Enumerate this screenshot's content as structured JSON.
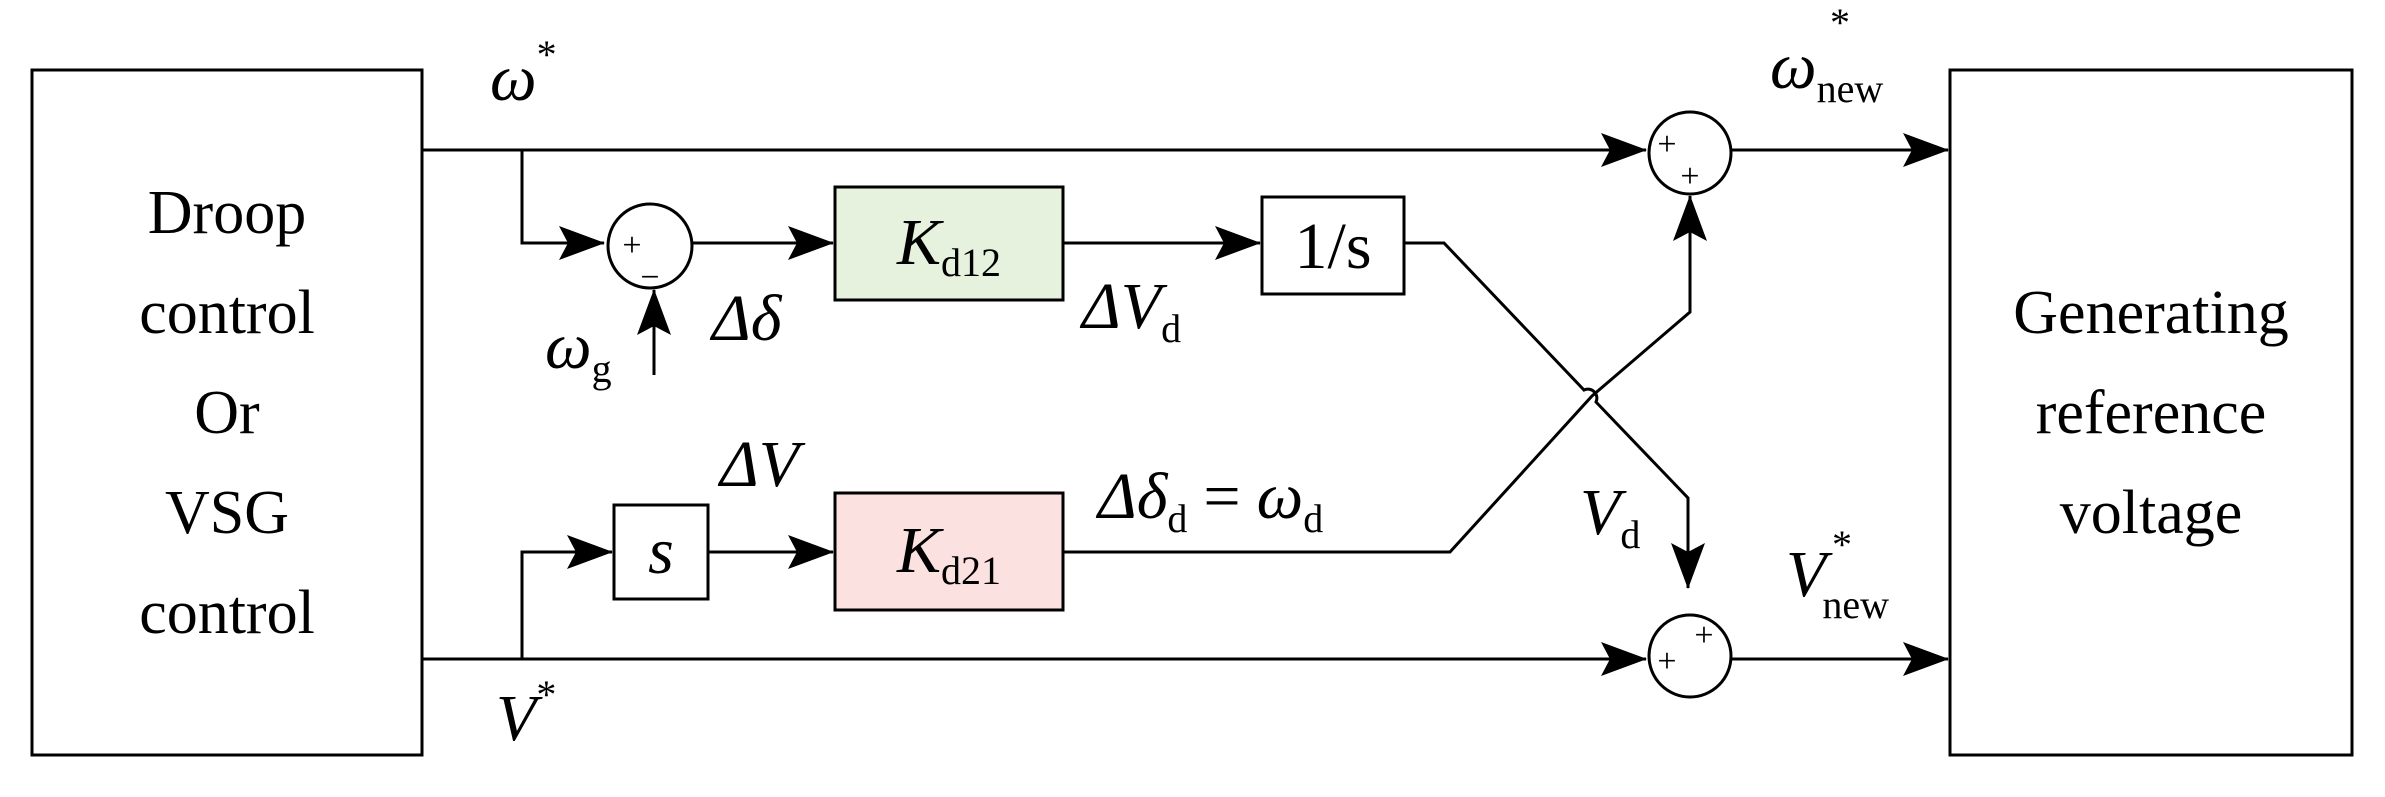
{
  "blocks": {
    "droop": {
      "lines": [
        "Droop",
        "control",
        "Or",
        "VSG",
        "control"
      ]
    },
    "generating": {
      "lines": [
        "Generating",
        "reference",
        "voltage"
      ]
    },
    "kd12": {
      "sym": "K",
      "sub": "d12",
      "fill": "#e6f1de"
    },
    "kd21": {
      "sym": "K",
      "sub": "d21",
      "fill": "#fbe1e0"
    },
    "integrator": {
      "label": "1/s"
    },
    "derivative": {
      "label": "s"
    }
  },
  "signals": {
    "omega_star": {
      "sym": "ω",
      "sup": "*"
    },
    "omega_g": {
      "sym": "ω",
      "sub": "g"
    },
    "delta_delta": {
      "sym": "Δδ"
    },
    "delta_vd": {
      "sym": "ΔV",
      "sub": "d"
    },
    "v_star": {
      "sym": "V",
      "sup": "*"
    },
    "delta_v": {
      "sym": "ΔV"
    },
    "delta_delta_d": {
      "sym": "Δδ",
      "sub": "d",
      "eq": "=",
      "sym2": "ω",
      "sub2": "d"
    },
    "vd": {
      "sym": "V",
      "sub": "d"
    },
    "omega_new": {
      "sym": "ω",
      "sub": "new",
      "sup": "*"
    },
    "v_new": {
      "sym": "V",
      "sub": "new",
      "sup": "*"
    }
  },
  "summing_junctions": {
    "sj1": {
      "top": "+",
      "bottom": "−"
    },
    "sj_omega": {
      "left": "+",
      "bottom": "+"
    },
    "sj_v": {
      "left": "+",
      "top": "+"
    }
  }
}
